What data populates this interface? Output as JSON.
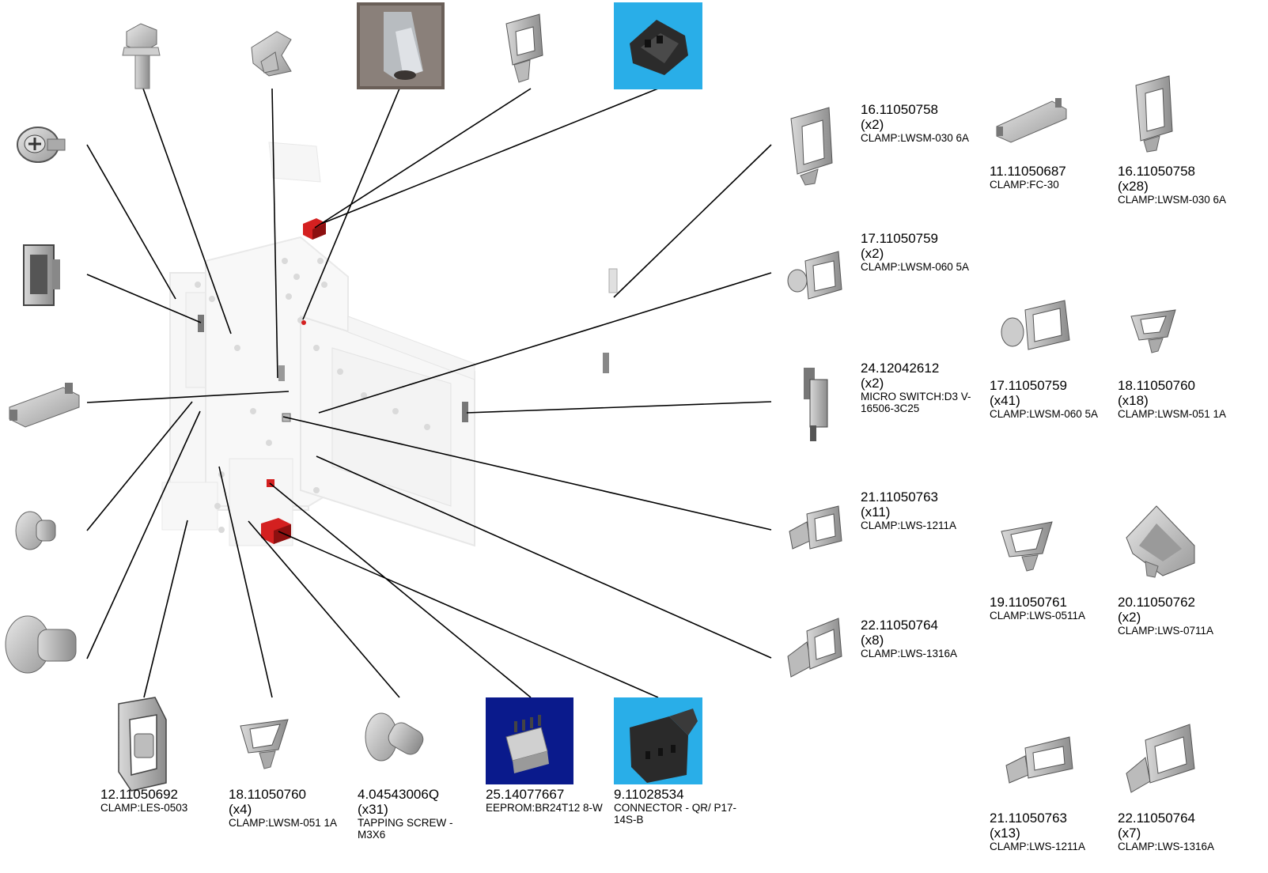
{
  "labels": {
    "l16a": {
      "number": "16.11050758",
      "qty": "(x2)",
      "desc": "CLAMP:LWSM-030 6A"
    },
    "l11": {
      "number": "11.11050687",
      "qty": "",
      "desc": "CLAMP:FC-30"
    },
    "l16b": {
      "number": "16.11050758",
      "qty": "(x28)",
      "desc": "CLAMP:LWSM-030 6A"
    },
    "l17a": {
      "number": "17.11050759",
      "qty": "(x2)",
      "desc": "CLAMP:LWSM-060 5A"
    },
    "l24": {
      "number": "24.12042612",
      "qty": "(x2)",
      "desc": "MICRO SWITCH:D3 V-16506-3C25"
    },
    "l17b": {
      "number": "17.11050759",
      "qty": "(x41)",
      "desc": "CLAMP:LWSM-060 5A"
    },
    "l18a": {
      "number": "18.11050760",
      "qty": "(x18)",
      "desc": "CLAMP:LWSM-051 1A"
    },
    "l21a": {
      "number": "21.11050763",
      "qty": "(x11)",
      "desc": "CLAMP:LWS-1211A"
    },
    "l19": {
      "number": "19.11050761",
      "qty": "",
      "desc": "CLAMP:LWS-0511A"
    },
    "l20": {
      "number": "20.11050762",
      "qty": "(x2)",
      "desc": "CLAMP:LWS-0711A"
    },
    "l22a": {
      "number": "22.11050764",
      "qty": "(x8)",
      "desc": "CLAMP:LWS-1316A"
    },
    "l12": {
      "number": "12.11050692",
      "qty": "",
      "desc": "CLAMP:LES-0503"
    },
    "l18b": {
      "number": "18.11050760",
      "qty": "(x4)",
      "desc": "CLAMP:LWSM-051 1A"
    },
    "l4": {
      "number": "4.04543006Q",
      "qty": "(x31)",
      "desc": "TAPPING SCREW - M3X6"
    },
    "l25": {
      "number": "25.14077667",
      "qty": "",
      "desc": "EEPROM:BR24T12 8-W"
    },
    "l9": {
      "number": "9.11028534",
      "qty": "",
      "desc": "CONNECTOR - QR/ P17-14S-B"
    },
    "l21b": {
      "number": "21.11050763",
      "qty": "(x13)",
      "desc": "CLAMP:LWS-1211A"
    },
    "l22b": {
      "number": "22.11050764",
      "qty": "(x7)",
      "desc": "CLAMP:LWS-1316A"
    }
  },
  "colors": {
    "part_fill": "#c8c8c8",
    "part_stroke": "#555555",
    "highlight": "#d42020",
    "photo_blue": "#29aee8",
    "photo_navy": "#0a1a8c",
    "leader": "#000000"
  }
}
